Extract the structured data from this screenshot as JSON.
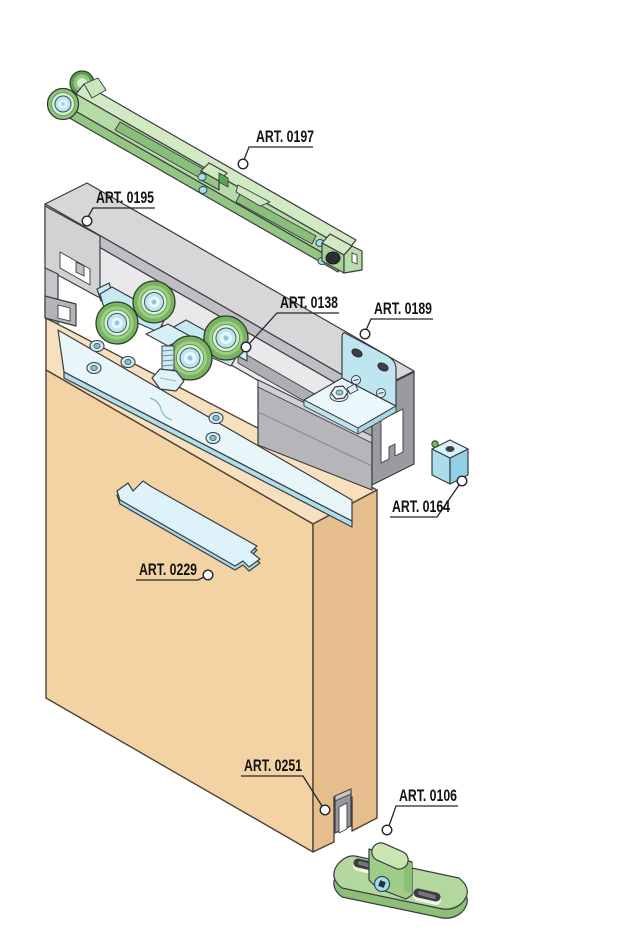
{
  "diagram": {
    "type": "exploded-parts-diagram",
    "labels": [
      {
        "id": "art-0197",
        "text": "ART. 0197"
      },
      {
        "id": "art-0195",
        "text": "ART. 0195"
      },
      {
        "id": "art-0138",
        "text": "ART. 0138"
      },
      {
        "id": "art-0189",
        "text": "ART. 0189"
      },
      {
        "id": "art-0164",
        "text": "ART. 0164"
      },
      {
        "id": "art-0229",
        "text": "ART. 0229"
      },
      {
        "id": "art-0251",
        "text": "ART. 0251"
      },
      {
        "id": "art-0106",
        "text": "ART. 0106"
      }
    ],
    "palette": {
      "background": "#ffffff",
      "part_green": "#b5dba6",
      "part_green_light": "#d2eac4",
      "part_green_dark": "#93c583",
      "part_blue": "#c6e9f2",
      "part_blue_light": "#e8f6fa",
      "rail_gray": "#c2c2c6",
      "rail_gray_light": "#dadadc",
      "rail_gray_dark": "#9b9b9f",
      "door_tan_front": "#f3d3a4",
      "door_tan_side": "#e6bd8d",
      "door_tan_top": "#f6e0bd",
      "outline": "#3b3b40",
      "label_text": "#111111"
    }
  }
}
